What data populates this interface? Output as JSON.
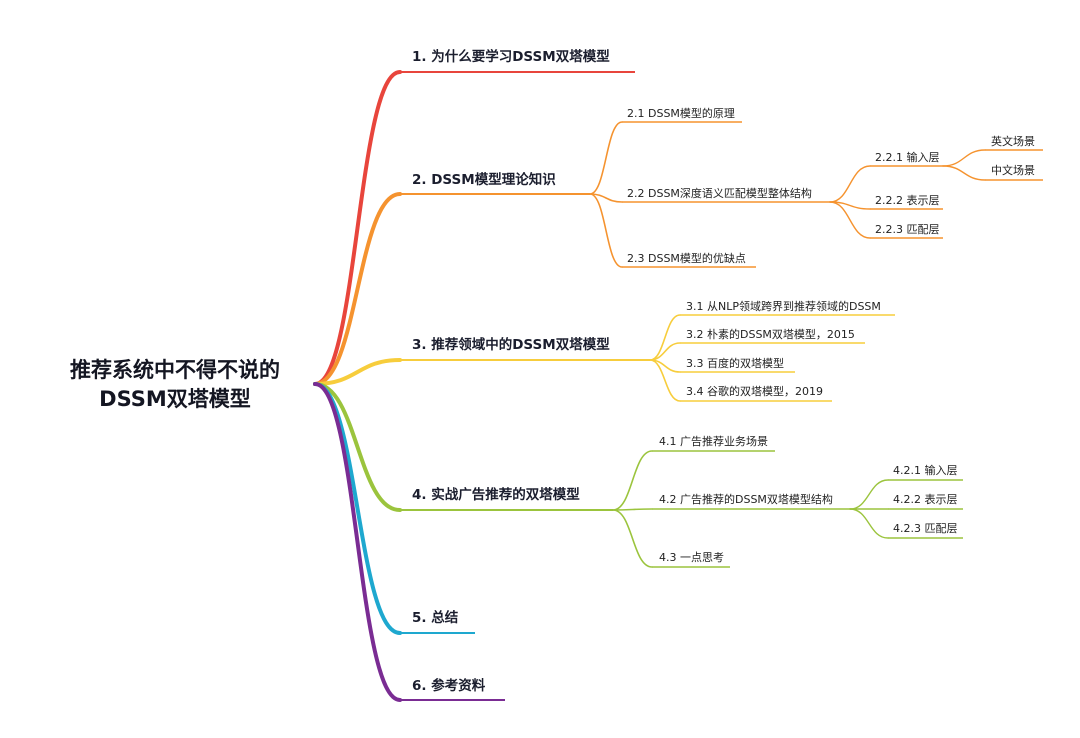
{
  "root": {
    "line1": "推荐系统中不得不说的",
    "line2": "DSSM双塔模型"
  },
  "colors": {
    "branch1": "#e8453c",
    "branch2": "#f5932f",
    "branch3": "#f7cd3c",
    "branch4": "#9bc43d",
    "branch5": "#1ea8cf",
    "branch6": "#7a2c93"
  },
  "branches": [
    {
      "label": "1. 为什么要学习DSSM双塔模型",
      "color_key": "branch1",
      "children": []
    },
    {
      "label": "2. DSSM模型理论知识",
      "color_key": "branch2",
      "children": [
        {
          "label": "2.1 DSSM模型的原理"
        },
        {
          "label": "2.2 DSSM深度语义匹配模型整体结构",
          "children": [
            {
              "label": "2.2.1 输入层",
              "children": [
                {
                  "label": "英文场景"
                },
                {
                  "label": "中文场景"
                }
              ]
            },
            {
              "label": "2.2.2 表示层"
            },
            {
              "label": "2.2.3 匹配层"
            }
          ]
        },
        {
          "label": "2.3 DSSM模型的优缺点"
        }
      ]
    },
    {
      "label": "3. 推荐领域中的DSSM双塔模型",
      "color_key": "branch3",
      "children": [
        {
          "label": "3.1 从NLP领域跨界到推荐领域的DSSM"
        },
        {
          "label": "3.2 朴素的DSSM双塔模型，2015"
        },
        {
          "label": "3.3 百度的双塔模型"
        },
        {
          "label": "3.4 谷歌的双塔模型，2019"
        }
      ]
    },
    {
      "label": "4. 实战广告推荐的双塔模型",
      "color_key": "branch4",
      "children": [
        {
          "label": "4.1 广告推荐业务场景"
        },
        {
          "label": "4.2 广告推荐的DSSM双塔模型结构",
          "children": [
            {
              "label": "4.2.1 输入层"
            },
            {
              "label": "4.2.2 表示层"
            },
            {
              "label": "4.2.3 匹配层"
            }
          ]
        },
        {
          "label": "4.3 一点思考"
        }
      ]
    },
    {
      "label": "5. 总结",
      "color_key": "branch5",
      "children": []
    },
    {
      "label": "6. 参考资料",
      "color_key": "branch6",
      "children": []
    }
  ]
}
